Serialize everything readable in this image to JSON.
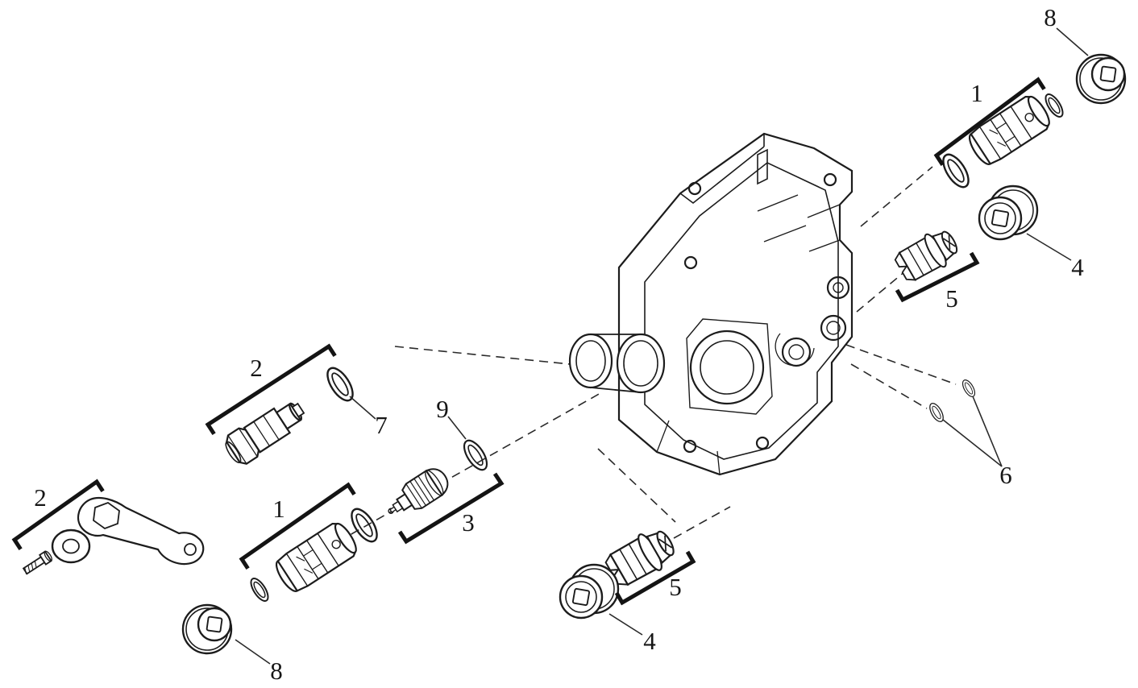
{
  "diagram": {
    "type": "exploded-parts-diagram",
    "colors": {
      "background": "#ffffff",
      "ink": "#1c1c1c"
    },
    "labels": [
      {
        "id": "label-8-top-right",
        "text": "8"
      },
      {
        "id": "label-1-top-right",
        "text": "1"
      },
      {
        "id": "label-4-right",
        "text": "4"
      },
      {
        "id": "label-5-right",
        "text": "5"
      },
      {
        "id": "label-6-right",
        "text": "6"
      },
      {
        "id": "label-2-middle-left",
        "text": "2"
      },
      {
        "id": "label-7-middle",
        "text": "7"
      },
      {
        "id": "label-9-center",
        "text": "9"
      },
      {
        "id": "label-3-center",
        "text": "3"
      },
      {
        "id": "label-1-lower-left",
        "text": "1"
      },
      {
        "id": "label-2-far-left",
        "text": "2"
      },
      {
        "id": "label-8-bottom-left",
        "text": "8"
      },
      {
        "id": "label-4-bottom",
        "text": "4"
      },
      {
        "id": "label-5-bottom",
        "text": "5"
      }
    ]
  }
}
